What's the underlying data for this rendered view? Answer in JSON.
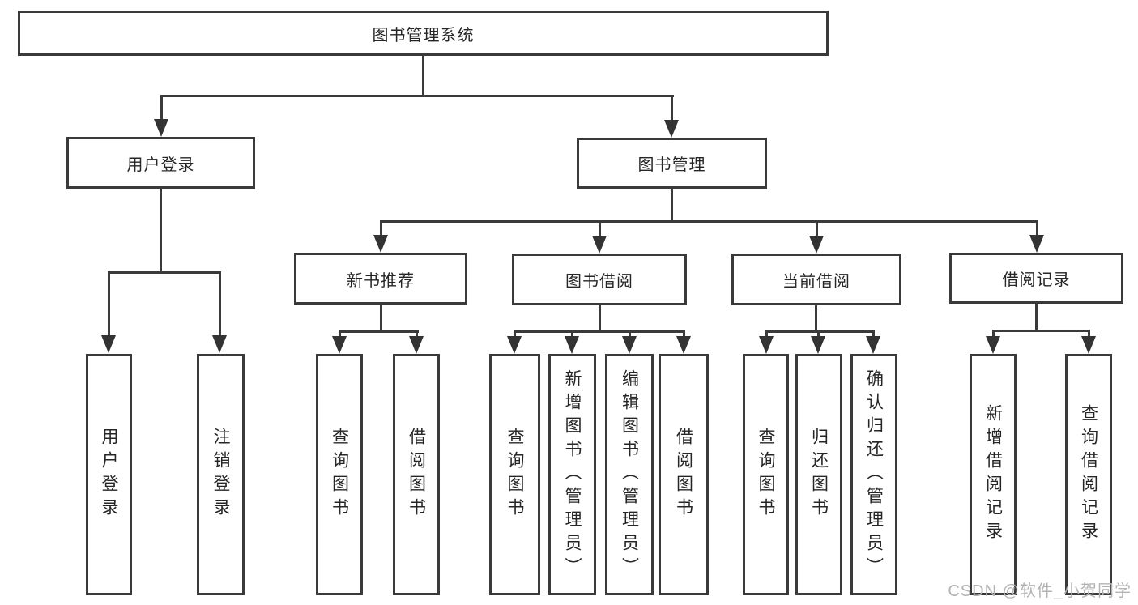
{
  "diagram": {
    "root": {
      "label": "图书管理系统"
    },
    "level2": {
      "user_login": {
        "label": "用户登录"
      },
      "book_mgmt": {
        "label": "图书管理"
      }
    },
    "level3": {
      "new_books": {
        "label": "新书推荐"
      },
      "book_borrow": {
        "label": "图书借阅"
      },
      "current_borrow": {
        "label": "当前借阅"
      },
      "borrow_records": {
        "label": "借阅记录"
      }
    },
    "leaves": {
      "login": {
        "label": "用户登录"
      },
      "logout": {
        "label": "注销登录"
      },
      "nb_query_books": {
        "label": "查询图书"
      },
      "nb_borrow_books": {
        "label": "借阅图书"
      },
      "bb_query_books": {
        "label": "查询图书"
      },
      "bb_add_books_admin": {
        "label": "新增图书（管理员）"
      },
      "bb_edit_books_admin": {
        "label": "编辑图书（管理员）"
      },
      "bb_borrow_books": {
        "label": "借阅图书"
      },
      "cb_query_books": {
        "label": "查询图书"
      },
      "cb_return_books": {
        "label": "归还图书"
      },
      "cb_confirm_return_admin": {
        "label": "确认归还（管理员）"
      },
      "br_add_record": {
        "label": "新增借阅记录"
      },
      "br_query_record": {
        "label": "查询借阅记录"
      }
    }
  },
  "watermark": {
    "text": "CSDN @软件_小贺同学"
  },
  "colors": {
    "line": "#3a3a3a",
    "box_border": "#3a3a3a",
    "box_fill": "#ffffff",
    "text": "#262626",
    "watermark": "#b3b3b3",
    "background": "#ffffff"
  }
}
